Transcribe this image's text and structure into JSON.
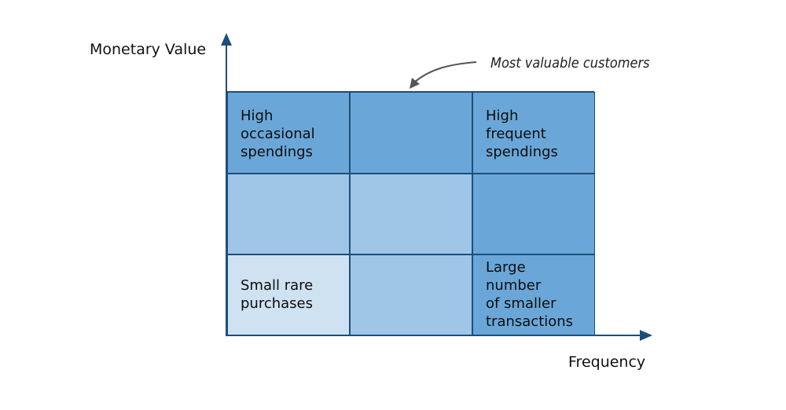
{
  "axes": {
    "y_label": "Monetary Value",
    "x_label": "Frequency"
  },
  "annotation": {
    "text": "Most valuable customers"
  },
  "grid": {
    "rows": [
      [
        {
          "label": "High\noccasional\nspendings",
          "shade": "dark"
        },
        {
          "label": "",
          "shade": "dark"
        },
        {
          "label": "High\nfrequent\nspendings",
          "shade": "dark"
        }
      ],
      [
        {
          "label": "",
          "shade": "medium"
        },
        {
          "label": "",
          "shade": "medium"
        },
        {
          "label": "",
          "shade": "dark"
        }
      ],
      [
        {
          "label": "Small rare\npurchases",
          "shade": "light"
        },
        {
          "label": "",
          "shade": "medium"
        },
        {
          "label": "Large\nnumber\nof smaller\ntransactions",
          "shade": "dark"
        }
      ]
    ]
  },
  "colors": {
    "dark": "#6aa7d8",
    "medium": "#9fc6e6",
    "light": "#cfe2f2",
    "border": "#1d4e7a",
    "axis": "#1d4e7a"
  }
}
